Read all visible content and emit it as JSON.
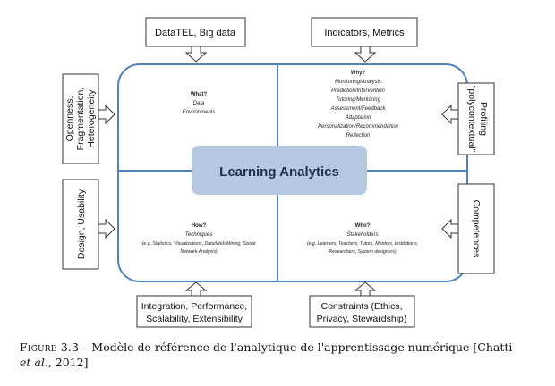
{
  "diagram": {
    "top_boxes": [
      {
        "id": "datatel",
        "label": "DataTEL, Big data"
      },
      {
        "id": "indicators",
        "label": "Indicators, Metrics"
      }
    ],
    "bottom_boxes": [
      {
        "id": "integration",
        "lines": [
          "Integration, Performance,",
          "Scalability, Extensibility"
        ]
      },
      {
        "id": "constraints",
        "lines": [
          "Constraints (Ethics,",
          "Privacy, Stewardship)"
        ]
      }
    ],
    "left_boxes": [
      {
        "id": "openness",
        "lines": [
          "Openness,",
          "Fragmentation,",
          "Heterogeneity"
        ]
      },
      {
        "id": "design",
        "lines": [
          "Design, Usability"
        ]
      }
    ],
    "right_boxes": [
      {
        "id": "profiling",
        "lines": [
          "\"polycontextual\"",
          "Profiling"
        ]
      },
      {
        "id": "competences",
        "lines": [
          "Competences"
        ]
      }
    ],
    "center_label": "Learning Analytics",
    "quadrants": {
      "what": {
        "title": "What?",
        "items": [
          "Data",
          "Environments"
        ]
      },
      "why": {
        "title": "Why?",
        "items": [
          "Monitoring/Analysis",
          "Prediction/Intervention",
          "Tutoring/Mentoring",
          "Assessment/Feedback",
          "Adaptation",
          "Personalization/Recommendation",
          "Reflection"
        ]
      },
      "how": {
        "title": "How?",
        "items": [
          "Techniques",
          "(e.g. Statistics, Visualizations, Data/Web Mining, Social",
          "Network Analysis)"
        ]
      },
      "who": {
        "title": "Who?",
        "items": [
          "Stakeholders",
          "(e.g. Learners, Teachers, Tutors, Mentors, Institutions,",
          "Researchers, System designers)"
        ]
      }
    },
    "colors": {
      "frame": "#4f81bd",
      "center_fill": "#b6c8e2",
      "center_text": "#1f2f4f",
      "box_border": "#333333"
    }
  },
  "caption": {
    "label": "Figure 3.3",
    "text": " – Modèle de référence de l'analytique de l'apprentissage numérique [Chatti",
    "line2_italic": "et al.",
    "line2_rest": ", 2012]"
  }
}
